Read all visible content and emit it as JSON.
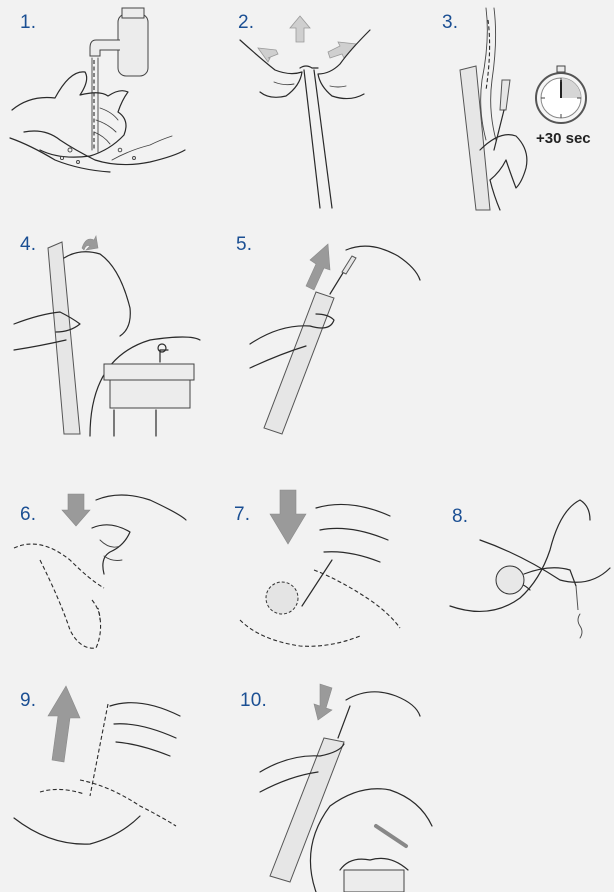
{
  "steps": [
    {
      "number": "1.",
      "icon": "hand-washing-illustration"
    },
    {
      "number": "2.",
      "icon": "open-package-illustration"
    },
    {
      "number": "3.",
      "icon": "water-activation-illustration"
    },
    {
      "number": "4.",
      "icon": "hang-catheter-illustration"
    },
    {
      "number": "5.",
      "icon": "remove-catheter-illustration"
    },
    {
      "number": "6.",
      "icon": "position-penis-illustration"
    },
    {
      "number": "7.",
      "icon": "insert-catheter-illustration"
    },
    {
      "number": "8.",
      "icon": "urine-drainage-illustration"
    },
    {
      "number": "9.",
      "icon": "withdraw-catheter-illustration"
    },
    {
      "number": "10.",
      "icon": "dispose-catheter-illustration"
    }
  ],
  "timer": {
    "label": "+30 sec",
    "icon": "stopwatch-icon"
  },
  "colors": {
    "number": "#1b4f93",
    "background": "#f2f2f2",
    "arrow": "#9a9a9a"
  }
}
